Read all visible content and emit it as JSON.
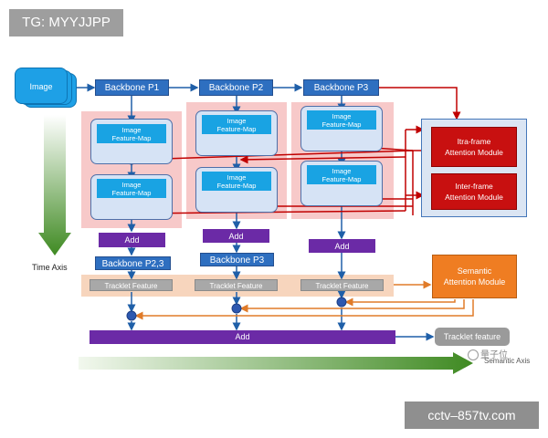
{
  "tags": {
    "top_left": "TG: MYYJJPP",
    "bottom_right": "cctv–857tv.com"
  },
  "input": {
    "image": "Image"
  },
  "backbones": {
    "p1": "Backbone P1",
    "p2": "Backbone P2",
    "p3": "Backbone P3"
  },
  "feature_map": "Image\nFeature-Map",
  "attention": {
    "intra": "Itra-frame\nAttention Module",
    "inter": "Inter-frame\nAttention Module",
    "semantic": "Semantic\nAttention Module"
  },
  "add": "Add",
  "merged": {
    "p23": "Backbone P2,3",
    "p3": "Backbone P3"
  },
  "tracklet_feature": "Tracklet Feature",
  "tracklet_output": "Tracklet feature",
  "axes": {
    "time": "Time Axis",
    "semantic": "Semantic Axis"
  },
  "watermark": "量子位",
  "colors": {
    "backbone": "#2e6fc0",
    "attention_red": "#c81010",
    "add_purple": "#6b2aa6",
    "semantic_orange": "#ef7d22",
    "arrow_red": "#c00000",
    "arrow_orange": "#e07b29",
    "arrow_blue": "#1f5fa8"
  }
}
